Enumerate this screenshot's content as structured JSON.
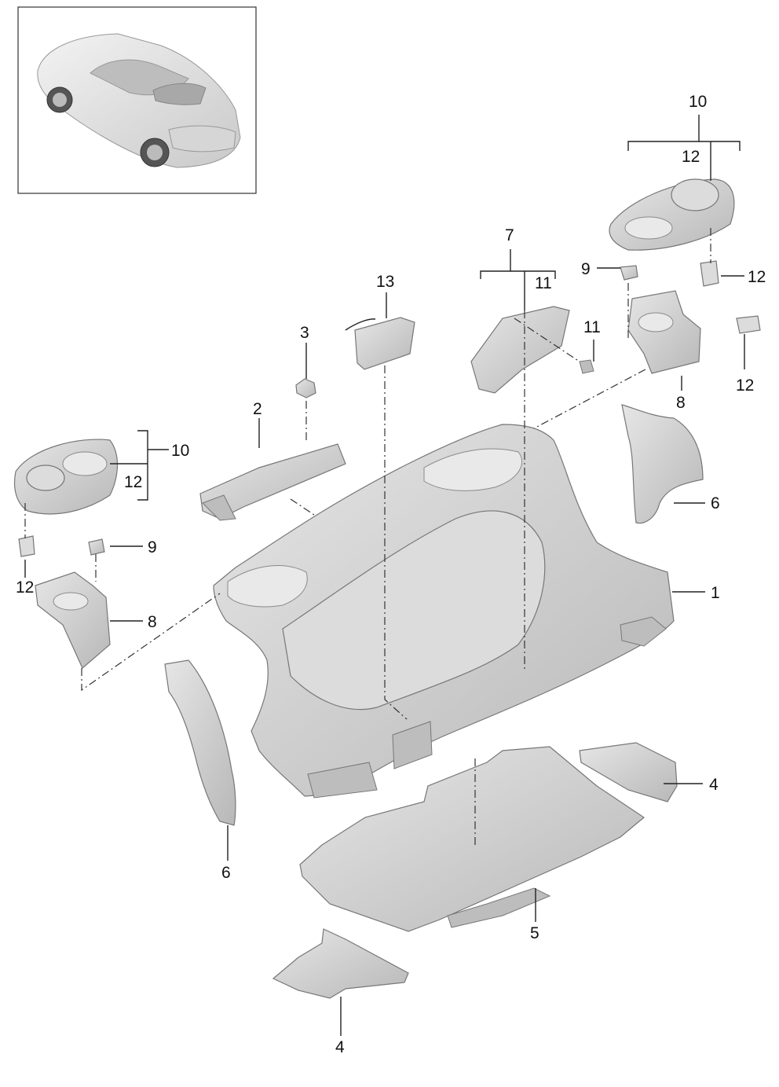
{
  "callouts": {
    "c1": "1",
    "c2": "2",
    "c3": "3",
    "c4a": "4",
    "c4b": "4",
    "c5": "5",
    "c6a": "6",
    "c6b": "6",
    "c7": "7",
    "c8a": "8",
    "c8b": "8",
    "c9a": "9",
    "c9b": "9",
    "c10a": "10",
    "c10b": "10",
    "c11a": "11",
    "c11b": "11",
    "c12a": "12",
    "c12b": "12",
    "c12c": "12",
    "c12d": "12",
    "c12e": "12",
    "c12f": "12",
    "c13": "13"
  },
  "colors": {
    "part_fill": "#cfcfcf",
    "part_edge": "#777777",
    "leader": "#222222",
    "frame": "#333333"
  }
}
